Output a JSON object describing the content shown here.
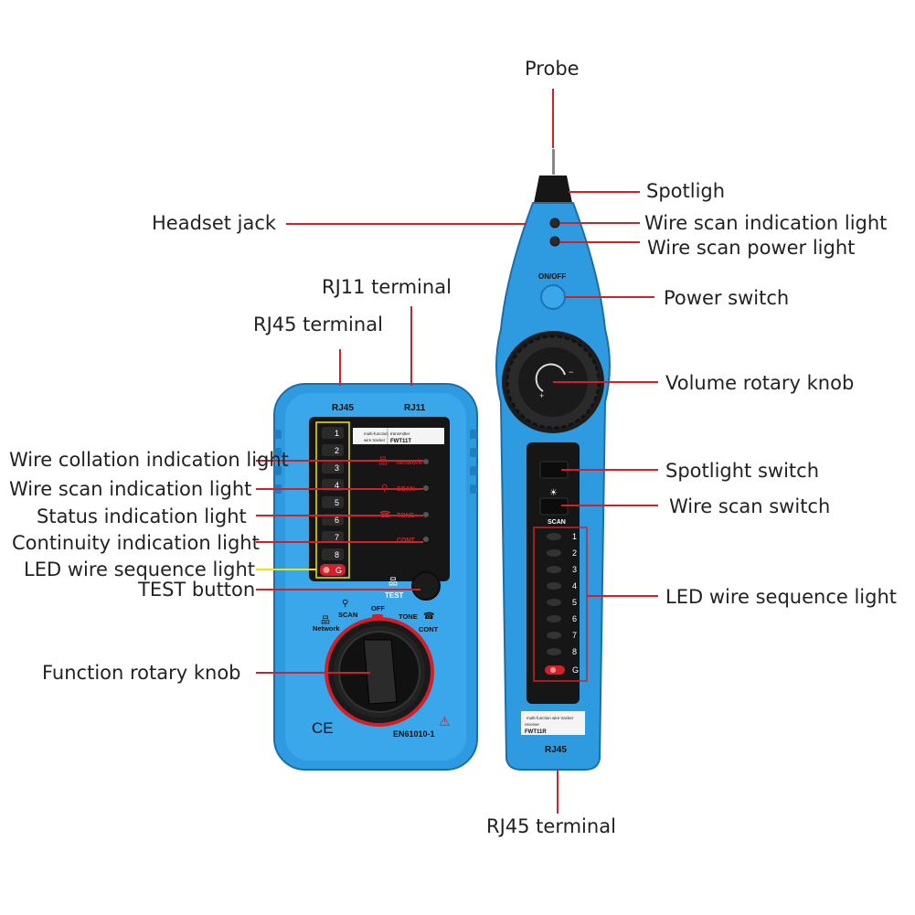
{
  "callouts": {
    "probe": "Probe",
    "spotlight": "Spotligh",
    "headset_jack": "Headset jack",
    "wire_scan_indication_light_right": "Wire scan indication light",
    "wire_scan_power_light": "Wire scan power light",
    "power_switch": "Power switch",
    "volume_rotary_knob": "Volume rotary knob",
    "spotlight_switch": "Spotlight switch",
    "wire_scan_switch": "Wire scan switch",
    "led_wire_sequence_light_right": "LED wire sequence light",
    "rj45_terminal_bottom": "RJ45 terminal",
    "rj11_terminal": "RJ11 terminal",
    "rj45_terminal_top": "RJ45 terminal",
    "wire_collation_indication_light": "Wire collation indication light",
    "wire_scan_indication_light_left": "Wire scan indication light",
    "status_indication_light": "Status indication light",
    "continuity_indication_light": "Continuity indication light",
    "led_wire_sequence_light_left": "LED wire sequence light",
    "test_button": "TEST button",
    "function_rotary_knob": "Function rotary knob"
  },
  "transmitter": {
    "port_rj45": "RJ45",
    "port_rj11": "RJ11",
    "led_numbers": [
      "1",
      "2",
      "3",
      "4",
      "5",
      "6",
      "7",
      "8",
      "G"
    ],
    "sticker_line1": "multi-function",
    "sticker_line2": "wire tracker",
    "sticker_type": "transmitter",
    "sticker_model": "FWT11T",
    "indicators": [
      "Network",
      "SCAN",
      "TONE",
      "CONT"
    ],
    "test_label": "TEST",
    "dial_network": "Network",
    "dial_scan": "SCAN",
    "dial_off": "OFF",
    "dial_tone": "TONE",
    "dial_cont": "CONT",
    "ce_mark": "CE",
    "standard": "EN61010-1"
  },
  "receiver": {
    "onoff": "ON/OFF",
    "scan_label": "SCAN",
    "led_numbers": [
      "1",
      "2",
      "3",
      "4",
      "5",
      "6",
      "7",
      "8",
      "G"
    ],
    "sticker_line1": "multi-function wire tracker",
    "sticker_type": "receiver",
    "sticker_model": "FWT11R",
    "port_rj45": "RJ45"
  },
  "colors": {
    "body_blue": "#2e9be0",
    "panel_black": "#161616",
    "leader_red": "#d0202a",
    "highlight_yellow": "#f2e600"
  }
}
